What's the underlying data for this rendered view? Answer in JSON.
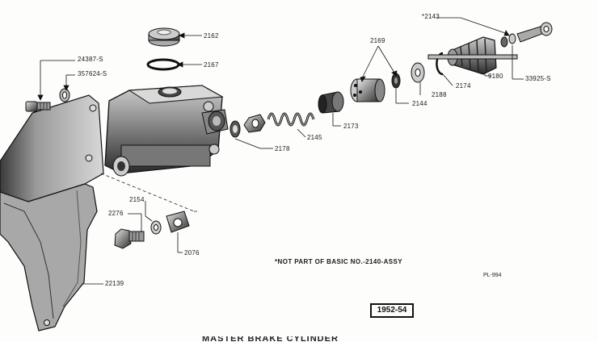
{
  "labels": {
    "l24387": "24387-S",
    "l357624": "357624-S",
    "l2162": "2162",
    "l2167": "2167",
    "l2169": "2169",
    "l2143": "*2143",
    "l33925": "33925-S",
    "l9180": "9180",
    "l2174": "2174",
    "l2188": "2188",
    "l2144": "2144",
    "l2173": "2173",
    "l2145": "2145",
    "l2178": "2178",
    "l2154": "2154",
    "l2276": "2276",
    "l2076": "2076",
    "l22139": "22139"
  },
  "note": "*NOT PART OF BASIC NO.-2140-ASSY",
  "plate_ref": "PL-994",
  "year_badge": "1952-54",
  "footer_title": "MASTER BRAKE CYLINDER"
}
